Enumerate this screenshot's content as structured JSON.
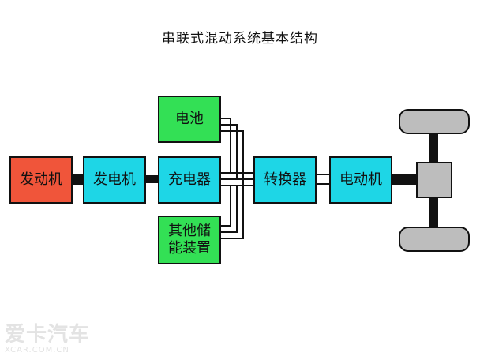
{
  "title": "串联式混动系统基本结构",
  "nodes": {
    "engine": "发动机",
    "generator": "发电机",
    "charger": "充电器",
    "battery": "电池",
    "storage": "其他储能装置",
    "converter": "转换器",
    "motor": "电动机"
  },
  "watermark": {
    "logo": "爱卡汽车",
    "url": "XCAR.COM.CN"
  },
  "colors": {
    "engine": "#f0553a",
    "blocks": "#1ed6e6",
    "storage": "#33e055",
    "wheels": "#bdbdbd"
  }
}
